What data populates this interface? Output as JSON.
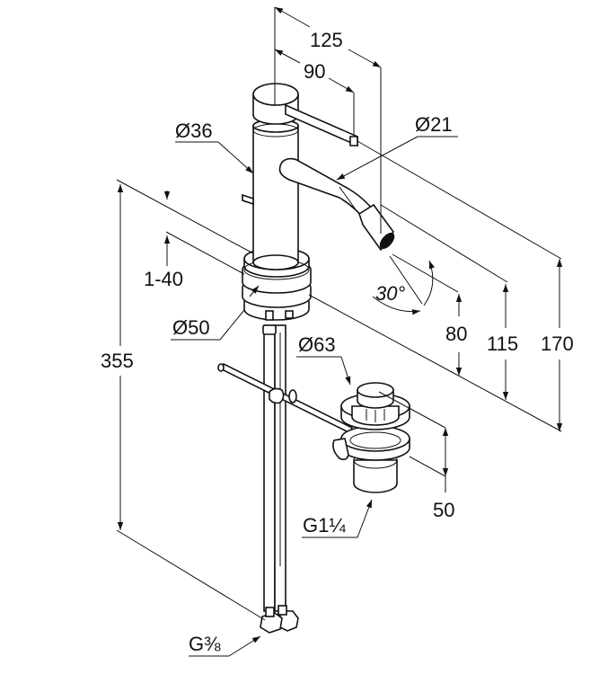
{
  "drawing": {
    "title": "Bidet mixer dimensional drawing",
    "units": "mm",
    "colors": {
      "line": "#111111",
      "background": "#ffffff"
    }
  },
  "dimensions": {
    "lever_reach": "90",
    "spout_reach": "125",
    "body_diameter": "Ø36",
    "spout_diameter": "Ø21",
    "base_diameter": "Ø50",
    "deck_thickness": "1-40",
    "total_height": "355",
    "aerator_angle": "30°",
    "outlet_height": "80",
    "spout_height": "115",
    "lever_height": "170",
    "waste_diameter": "Ø63",
    "waste_height": "50",
    "waste_thread": "G1¼",
    "supply_thread": "G⅜"
  }
}
